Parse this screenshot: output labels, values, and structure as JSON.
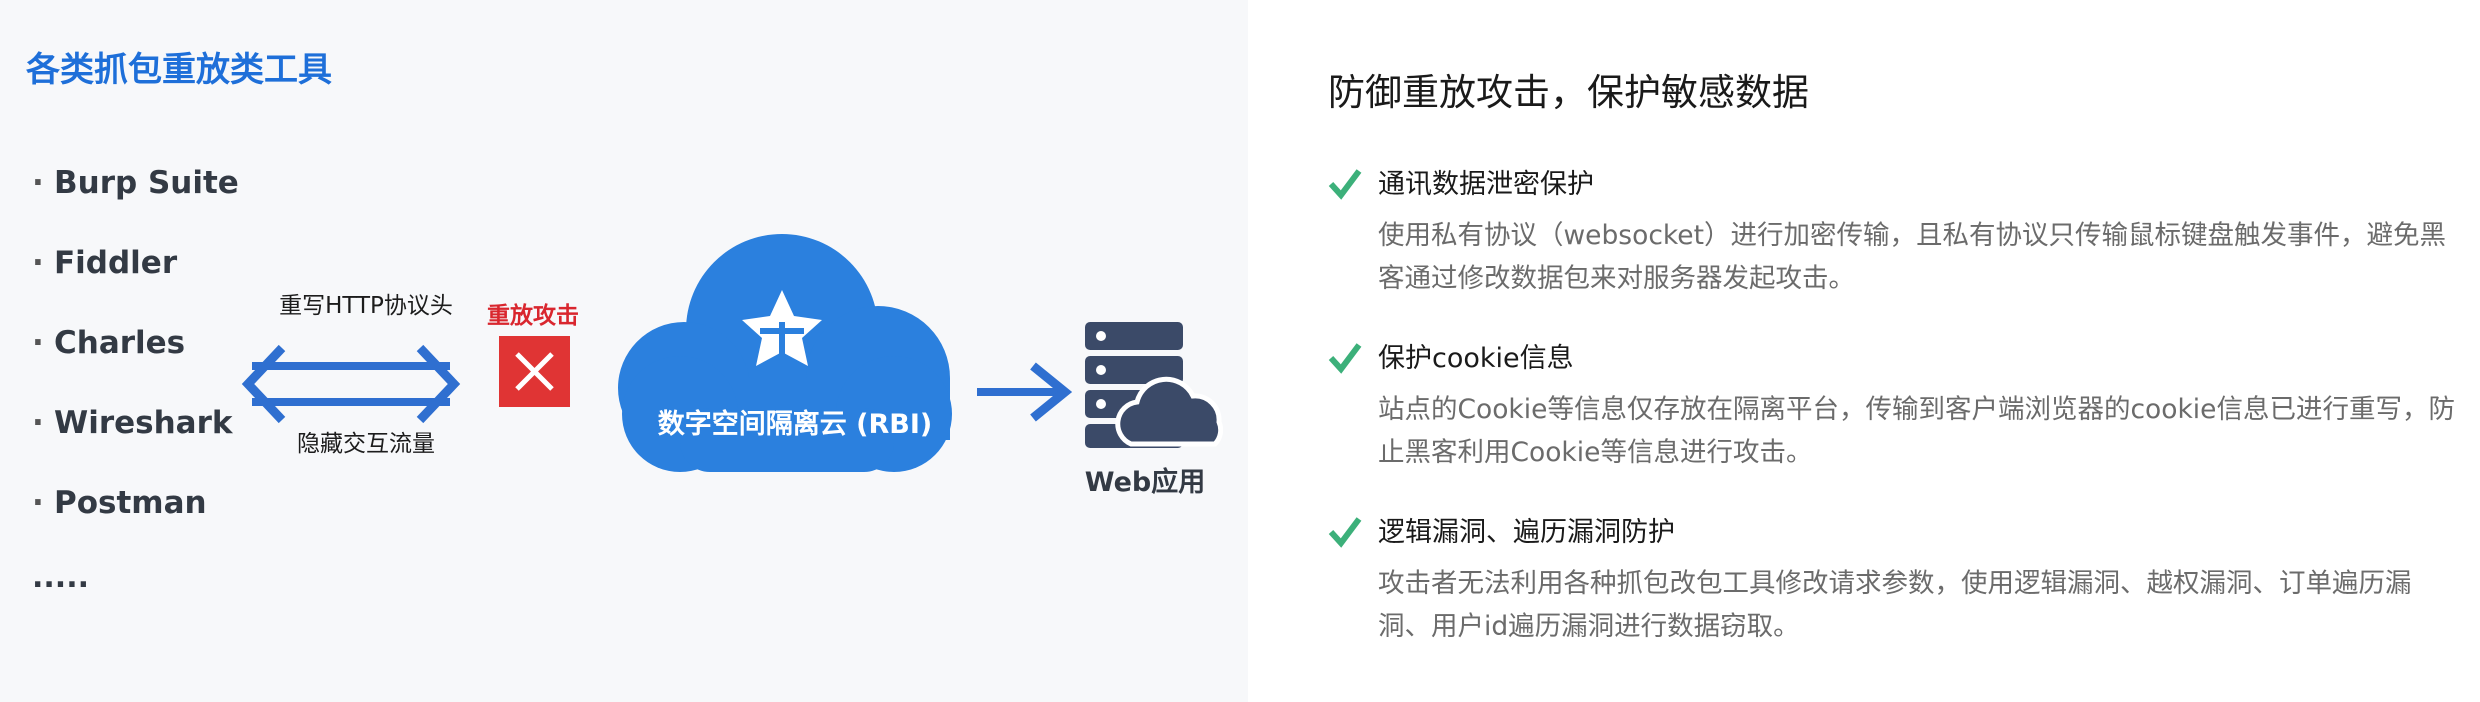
{
  "left": {
    "title": "各类抓包重放类工具",
    "tools": [
      {
        "bullet": "·",
        "name": "Burp Suite"
      },
      {
        "bullet": "·",
        "name": "Fiddler"
      },
      {
        "bullet": "·",
        "name": "Charles"
      },
      {
        "bullet": "·",
        "name": "Wireshark"
      },
      {
        "bullet": "·",
        "name": "Postman"
      }
    ],
    "more": ".....",
    "arrow_top_label": "重写HTTP协议头",
    "arrow_bottom_label": "隐藏交互流量",
    "replay_label": "重放攻击",
    "cloud_label": "数字空间隔离云 (RBI)",
    "web_label": "Web应用"
  },
  "right": {
    "title": "防御重放攻击，保护敏感数据",
    "features": [
      {
        "heading": "通讯数据泄密保护",
        "desc": "使用私有协议（websocket）进行加密传输，且私有协议只传输鼠标键盘触发事件，避免黑客通过修改数据包来对服务器发起攻击。"
      },
      {
        "heading": "保护cookie信息",
        "desc": "站点的Cookie等信息仅存放在隔离平台，传输到客户端浏览器的cookie信息已进行重写，防止黑客利用Cookie等信息进行攻击。"
      },
      {
        "heading": "逻辑漏洞、遍历漏洞防护",
        "desc": "攻击者无法利用各种抓包改包工具修改请求参数，使用逻辑漏洞、越权漏洞、订单遍历漏洞、用户id遍历漏洞进行数据窃取。"
      }
    ]
  },
  "colors": {
    "brand_blue": "#1e6fd9",
    "cloud_blue": "#2b80de",
    "arrow_blue": "#2f6fd0",
    "danger_red": "#e03434",
    "check_green": "#3cb07a",
    "server_navy": "#3b4a68"
  },
  "icons": {
    "check": "check-icon",
    "cross": "close-icon",
    "cloud": "cloud-icon",
    "server": "server-icon",
    "logo": "star-logo-icon"
  }
}
